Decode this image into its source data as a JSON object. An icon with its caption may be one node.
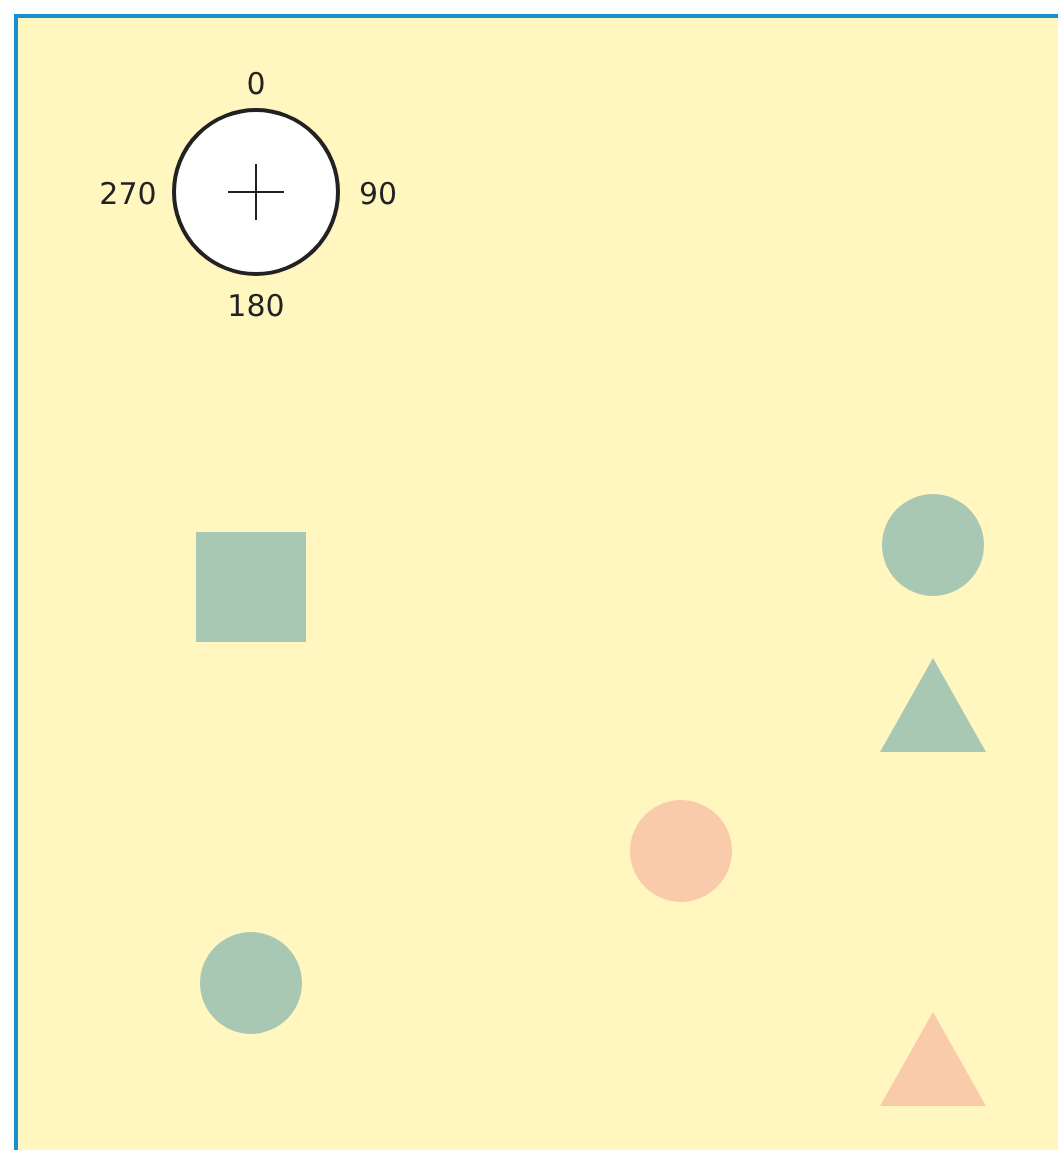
{
  "diagram": {
    "nodes": [
      {
        "text": [],
        "shape": "circle",
        "beside": [
          "0",
          "270",
          "90",
          "180"
        ]
      },
      {
        "text": [],
        "shape": "circle"
      },
      {
        "text": [],
        "shape": "box"
      },
      {
        "text": [],
        "shape": "triangle"
      },
      {
        "text": [],
        "shape": "circle"
      },
      {
        "text": [],
        "shape": "circle"
      },
      {
        "text": [],
        "shape": "triangle"
      }
    ]
  }
}
